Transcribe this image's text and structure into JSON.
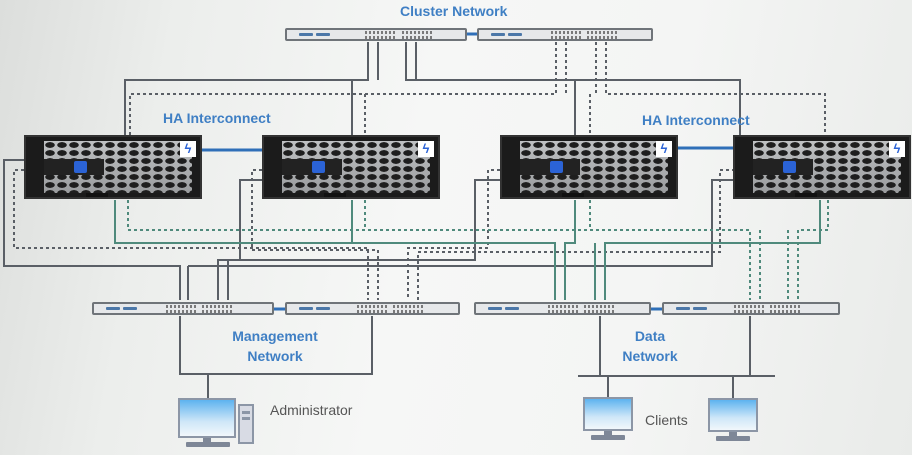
{
  "diagram": {
    "title": "Cluster Network",
    "labels": {
      "cluster_network": "Cluster Network",
      "ha_left": "HA Interconnect",
      "ha_right": "HA Interconnect",
      "mgmt_line1": "Management",
      "mgmt_line2": "Network",
      "data_line1": "Data",
      "data_line2": "Network",
      "administrator": "Administrator",
      "clients": "Clients"
    },
    "nodes": [
      {
        "id": "controller-1",
        "type": "storage-controller",
        "logo": "netapp-logo",
        "badge": "bolt-icon"
      },
      {
        "id": "controller-2",
        "type": "storage-controller",
        "logo": "netapp-logo",
        "badge": "bolt-icon"
      },
      {
        "id": "controller-3",
        "type": "storage-controller",
        "logo": "netapp-logo",
        "badge": "bolt-icon"
      },
      {
        "id": "controller-4",
        "type": "storage-controller",
        "logo": "netapp-logo",
        "badge": "bolt-icon"
      }
    ],
    "switches": [
      {
        "id": "cluster-switch-a",
        "network": "Cluster Network"
      },
      {
        "id": "cluster-switch-b",
        "network": "Cluster Network"
      },
      {
        "id": "mgmt-switch-a",
        "network": "Management Network"
      },
      {
        "id": "mgmt-switch-b",
        "network": "Management Network"
      },
      {
        "id": "data-switch-a",
        "network": "Data Network"
      },
      {
        "id": "data-switch-b",
        "network": "Data Network"
      }
    ],
    "endpoints": [
      {
        "id": "admin-pc",
        "label": "Administrator",
        "network": "Management Network"
      },
      {
        "id": "client-1",
        "label": "Clients",
        "network": "Data Network"
      },
      {
        "id": "client-2",
        "label": "Clients",
        "network": "Data Network"
      }
    ],
    "edges": [
      {
        "from": "controller-1",
        "to": "controller-2",
        "kind": "HA Interconnect"
      },
      {
        "from": "controller-3",
        "to": "controller-4",
        "kind": "HA Interconnect"
      },
      {
        "from": "cluster-switch-a",
        "to": "cluster-switch-b",
        "kind": "ISL"
      },
      {
        "from": "mgmt-switch-a",
        "to": "mgmt-switch-b",
        "kind": "ISL"
      },
      {
        "from": "data-switch-a",
        "to": "data-switch-b",
        "kind": "ISL"
      }
    ],
    "colors": {
      "label_blue": "#3f7fc4",
      "ha_link": "#2f6fb8",
      "cluster_wire": "#5a5f66",
      "data_wire": "#4f8a7c",
      "mgmt_wire": "#5a5f66"
    }
  }
}
